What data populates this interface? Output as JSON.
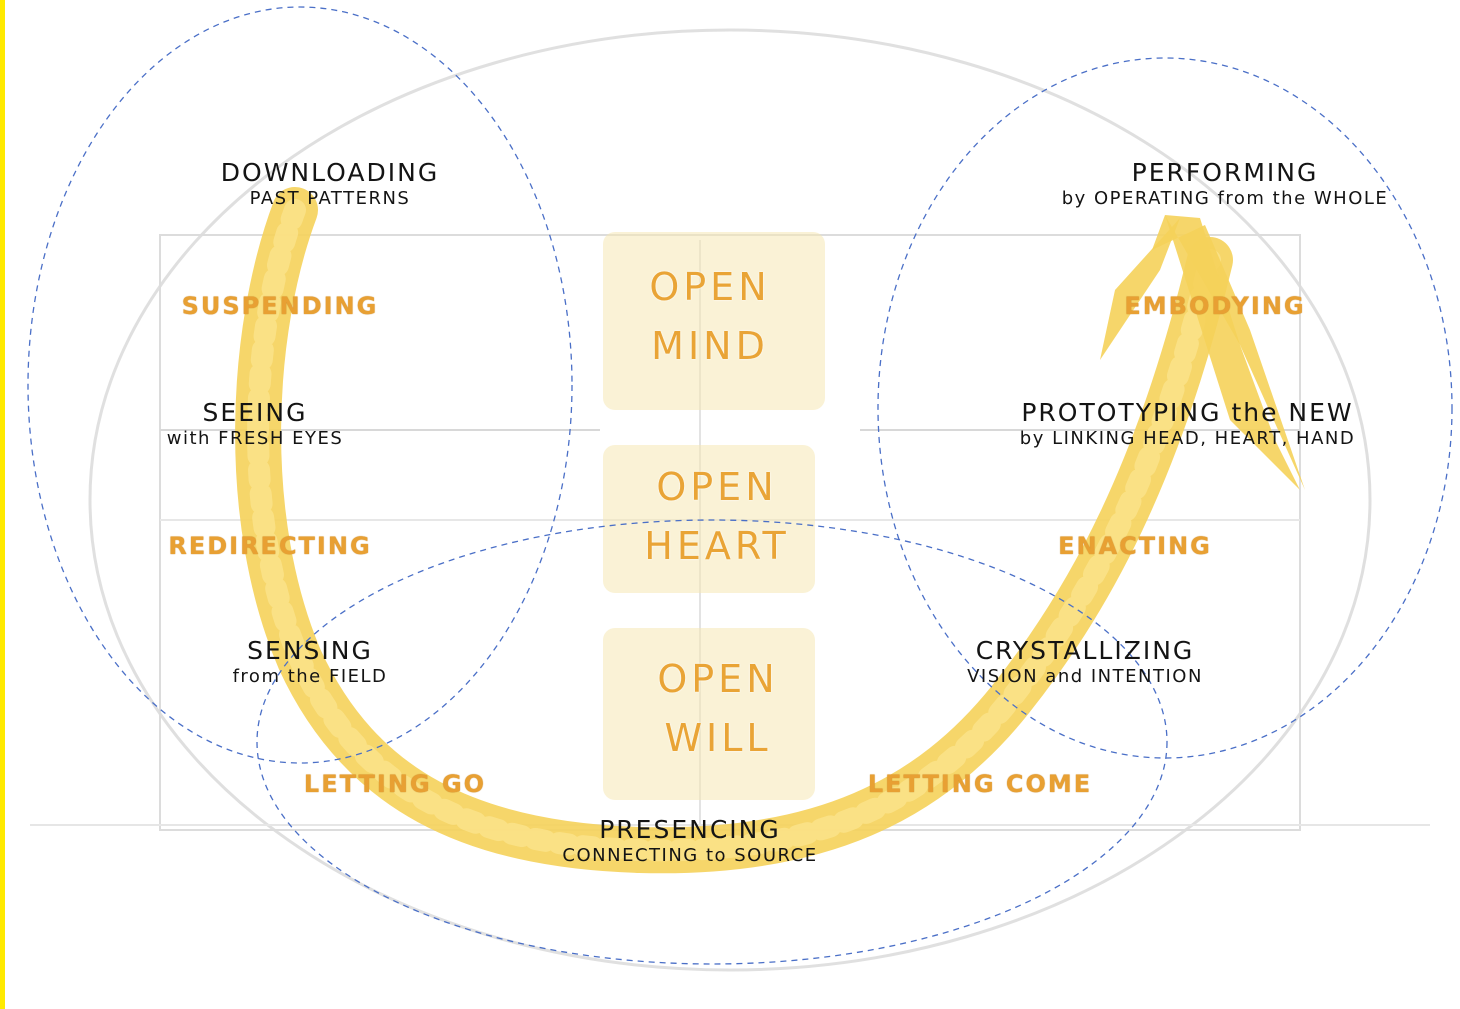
{
  "left_column": [
    {
      "id": "downloading",
      "title": "DOWNLOADING",
      "subtitle": "PAST PATTERNS"
    },
    {
      "id": "seeing",
      "title": "SEEING",
      "subtitle": "with FRESH EYES"
    },
    {
      "id": "sensing",
      "title": "SENSING",
      "subtitle": "from the FIELD"
    }
  ],
  "right_column": [
    {
      "id": "performing",
      "title": "PERFORMING",
      "subtitle": "by OPERATING from the WHOLE"
    },
    {
      "id": "prototyping",
      "title": "PROTOTYPING the NEW",
      "subtitle": "by LINKING HEAD, HEART, HAND"
    },
    {
      "id": "crystallizing",
      "title": "CRYSTALLIZING",
      "subtitle": "VISION and INTENTION"
    }
  ],
  "bottom": {
    "title": "PRESENCING",
    "subtitle": "CONNECTING to SOURCE"
  },
  "transitions": {
    "suspending": "SUSPENDING",
    "redirecting": "REDIRECTING",
    "letting_go": "LETTING GO",
    "letting_come": "LETTING COME",
    "enacting": "ENACTING",
    "embodying": "EMBODYING"
  },
  "center": {
    "mind": [
      "OPEN",
      "MIND"
    ],
    "heart": [
      "OPEN",
      "HEART"
    ],
    "will": [
      "OPEN",
      "WILL"
    ]
  },
  "colors": {
    "arrow": "#f5d25a",
    "stage_text": "#e8a033",
    "dashed_ellipse": "#4a6fc7",
    "edge_bar": "#ffea00"
  }
}
